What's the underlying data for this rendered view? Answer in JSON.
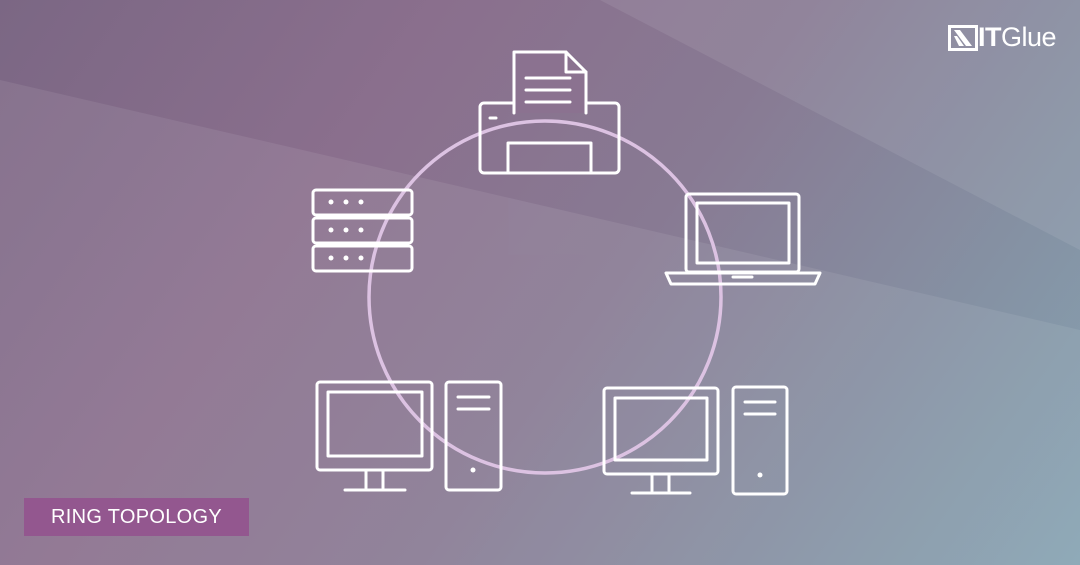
{
  "brand": {
    "logo_text_bold": "IT",
    "logo_text": "Glue",
    "name": "IT Glue"
  },
  "caption": "RING TOPOLOGY",
  "diagram": {
    "type": "ring-topology",
    "nodes": [
      "printer-icon",
      "laptop-icon",
      "desktop-computer-icon",
      "desktop-computer-icon",
      "server-icon"
    ],
    "ring_color": "#dcc2e2",
    "icon_color": "#ffffff",
    "label_color": "#93578f"
  }
}
